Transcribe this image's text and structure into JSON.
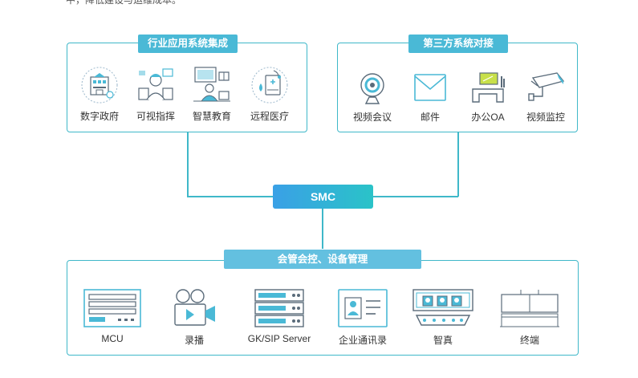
{
  "top_text": "中，降低建设与运维成本。",
  "smc_label": "SMC",
  "panels": {
    "industry": {
      "title": "行业应用系统集成",
      "items": [
        {
          "label": "数字政府",
          "icon": "digital-government-icon"
        },
        {
          "label": "可视指挥",
          "icon": "visual-command-icon"
        },
        {
          "label": "智慧教育",
          "icon": "smart-education-icon"
        },
        {
          "label": "远程医疗",
          "icon": "telemedicine-icon"
        }
      ]
    },
    "thirdparty": {
      "title": "第三方系统对接",
      "items": [
        {
          "label": "视频会议",
          "icon": "video-conference-icon"
        },
        {
          "label": "邮件",
          "icon": "mail-icon"
        },
        {
          "label": "办公OA",
          "icon": "office-oa-icon"
        },
        {
          "label": "视频监控",
          "icon": "surveillance-camera-icon"
        }
      ]
    },
    "management": {
      "title": "会管会控、设备管理",
      "items": [
        {
          "label": "MCU",
          "icon": "mcu-icon"
        },
        {
          "label": "录播",
          "icon": "recording-icon"
        },
        {
          "label": "GK/SIP Server",
          "icon": "server-icon"
        },
        {
          "label": "企业通讯录",
          "icon": "address-book-icon"
        },
        {
          "label": "智真",
          "icon": "telepresence-icon"
        },
        {
          "label": "终端",
          "icon": "terminal-icon"
        }
      ]
    }
  },
  "colors": {
    "border": "#3fb8c9",
    "title_bg": "#4ab9d6",
    "smc_gradient_start": "#3aa0e6",
    "smc_gradient_end": "#2ac3c8"
  }
}
